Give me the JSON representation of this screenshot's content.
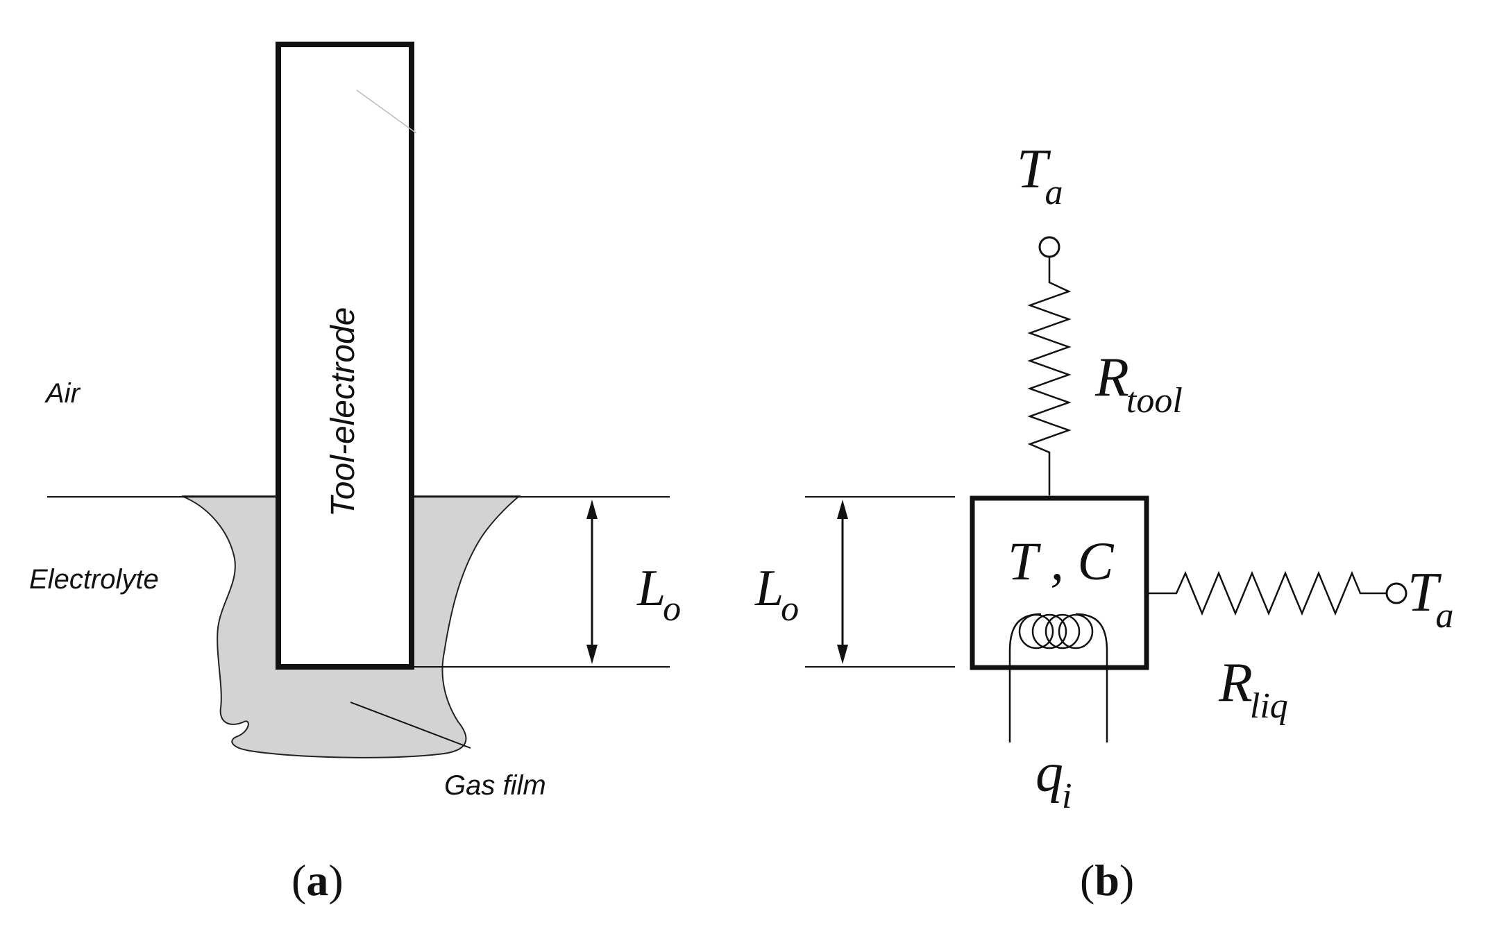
{
  "panel_a": {
    "label_air": "Air",
    "label_tool": "Tool-electrode",
    "label_electrolyte": "Electrolyte",
    "label_gas_film": "Gas film",
    "dimension": {
      "main": "L",
      "sub": "o"
    },
    "caption": {
      "open": "(",
      "letter": "a",
      "close": ")"
    }
  },
  "panel_b": {
    "top_node": {
      "main": "T",
      "sub": "a"
    },
    "right_node": {
      "main": "T",
      "sub": "a"
    },
    "r_tool": {
      "main": "R",
      "sub": "tool"
    },
    "r_liq": {
      "main": "R",
      "sub": "liq"
    },
    "box_label": "T , C",
    "heat_input": {
      "main": "q",
      "sub": "i"
    },
    "dimension": {
      "main": "L",
      "sub": "o"
    },
    "caption": {
      "open": "(",
      "letter": "b",
      "close": ")"
    }
  }
}
